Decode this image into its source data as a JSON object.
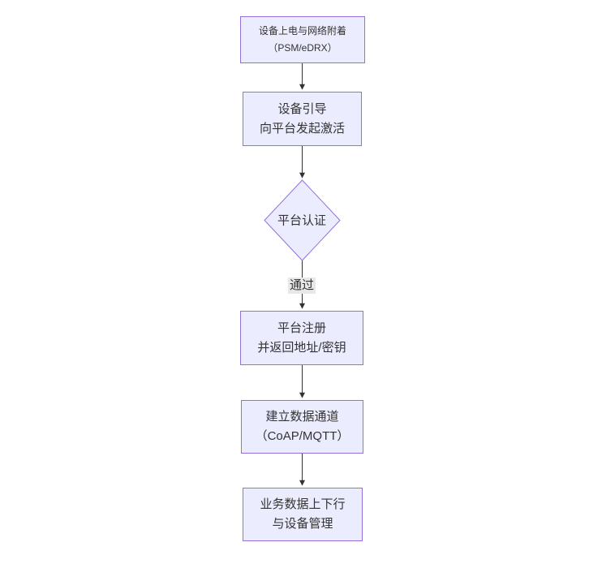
{
  "diagram": {
    "type": "flowchart",
    "direction": "top-down",
    "colors": {
      "canvas_bg": "#ffffff",
      "node_fill": "#ECECFF",
      "node_border": "#9370DB",
      "edge": "#333333",
      "text": "#333333",
      "edge_label_bg": "#e8e8e8"
    },
    "nodes": {
      "power_attach": {
        "shape": "rect",
        "line1": "设备上电与网络附着",
        "line2": "（PSM/eDRX）"
      },
      "bootstrap": {
        "shape": "rect",
        "line1": "设备引导",
        "line2": "向平台发起激活"
      },
      "auth": {
        "shape": "diamond",
        "label": "平台认证"
      },
      "register": {
        "shape": "rect",
        "line1": "平台注册",
        "line2": "并返回地址/密钥"
      },
      "data_channel": {
        "shape": "rect",
        "line1": "建立数据通道",
        "line2": "（CoAP/MQTT）"
      },
      "business": {
        "shape": "rect",
        "line1": "业务数据上下行",
        "line2": "与设备管理"
      }
    },
    "edges": [
      {
        "from": "power_attach",
        "to": "bootstrap",
        "label": ""
      },
      {
        "from": "bootstrap",
        "to": "auth",
        "label": ""
      },
      {
        "from": "auth",
        "to": "register",
        "label": "通过"
      },
      {
        "from": "register",
        "to": "data_channel",
        "label": ""
      },
      {
        "from": "data_channel",
        "to": "business",
        "label": ""
      }
    ],
    "edge_labels": {
      "pass": "通过"
    }
  }
}
